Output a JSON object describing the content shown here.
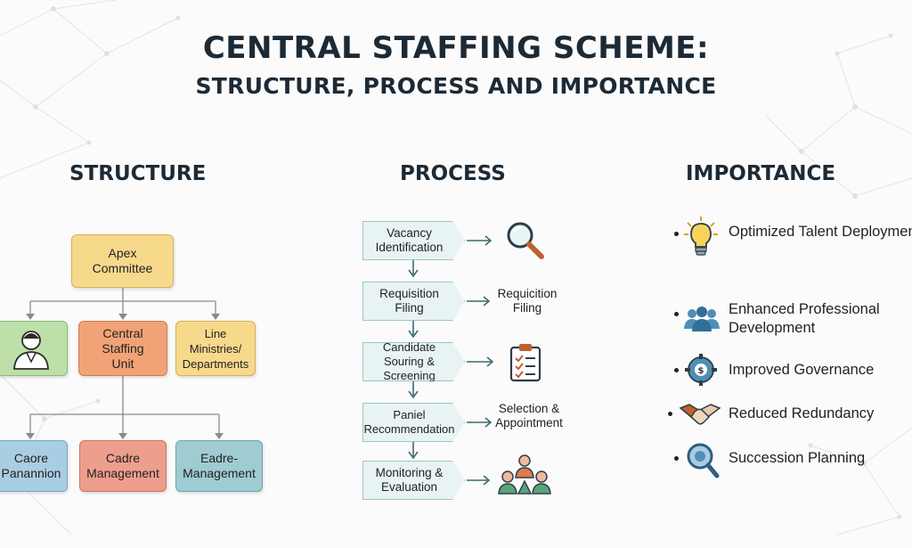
{
  "title": {
    "main": "CENTRAL STAFFING SCHEME:",
    "sub": "STRUCTURE, PROCESS AND IMPORTANCE"
  },
  "structure": {
    "heading": "STRUCTURE",
    "apex": "Apex Committee",
    "level2": {
      "central": "Central Staffing Unit",
      "line": "Line Ministries/ Departments"
    },
    "level3": {
      "left": "Caore Panannion",
      "middle": "Cadre Management",
      "right": "Eadre- Management"
    },
    "colors": {
      "yellow": "#f7d98c",
      "green": "#bde0a8",
      "orange": "#f1a377",
      "blue": "#a9cde3",
      "red": "#ee9e8c",
      "teal": "#9fcbd3"
    },
    "icons": [
      "person-icon"
    ]
  },
  "process": {
    "heading": "PROCESS",
    "steps": [
      {
        "label": "Vacancy Identification",
        "output_icon": "magnifier-icon"
      },
      {
        "label": "Requisition Filing",
        "output_text": "Requicition Filing"
      },
      {
        "label": "Candidate Souring & Screening",
        "output_icon": "checklist-icon"
      },
      {
        "label": "Paniel Recommendation",
        "output_text": "Selection & Appointment"
      },
      {
        "label": "Monitoring & Evaluation",
        "output_icon": "team-icon"
      }
    ]
  },
  "importance": {
    "heading": "IMPORTANCE",
    "items": [
      {
        "label": "Optimized Talent Deployment",
        "icon": "lightbulb-icon"
      },
      {
        "label": "Enhanced Professional Development",
        "icon": "people-group-icon"
      },
      {
        "label": "Improved Governance",
        "icon": "governance-shield-icon"
      },
      {
        "label": "Reduced Redundancy",
        "icon": "handshake-icon"
      },
      {
        "label": "Succession Planning",
        "icon": "succession-magnifier-icon"
      }
    ]
  }
}
